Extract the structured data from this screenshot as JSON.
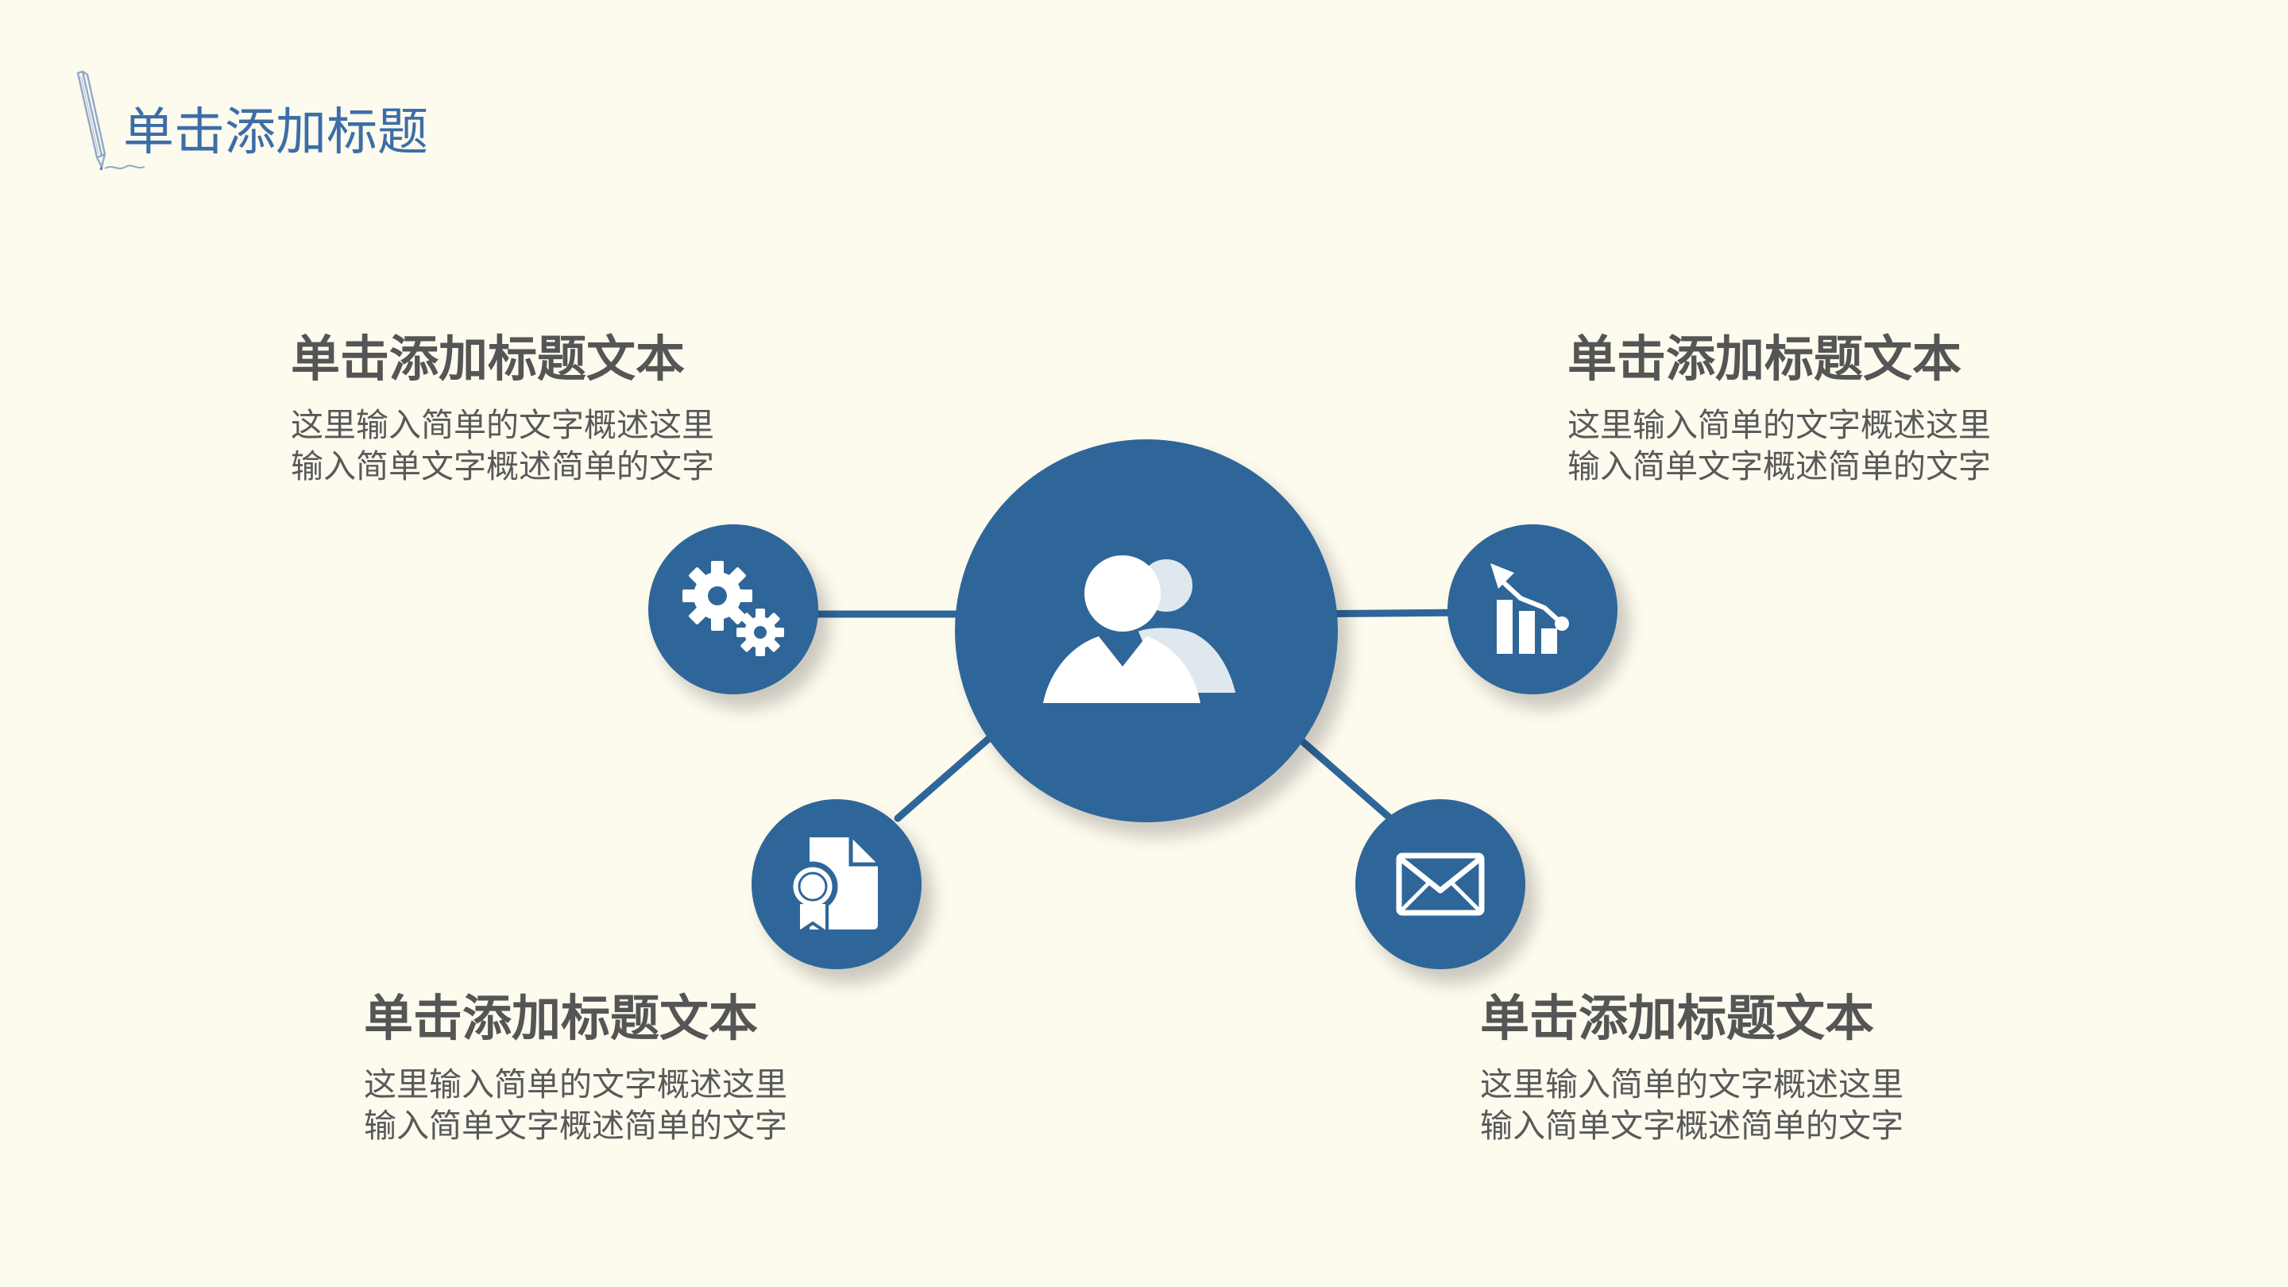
{
  "title": "单击添加标题",
  "center": {
    "icon": "user-group-icon"
  },
  "items": [
    {
      "id": "top-left",
      "icon": "gears-icon",
      "heading": "单击添加标题文本",
      "desc_line1": "这里输入简单的文字概述这里",
      "desc_line2": "输入简单文字概述简单的文字"
    },
    {
      "id": "top-right",
      "icon": "growth-chart-icon",
      "heading": "单击添加标题文本",
      "desc_line1": "这里输入简单的文字概述这里",
      "desc_line2": "输入简单文字概述简单的文字"
    },
    {
      "id": "bottom-left",
      "icon": "certificate-icon",
      "heading": "单击添加标题文本",
      "desc_line1": "这里输入简单的文字概述这里",
      "desc_line2": "输入简单文字概述简单的文字"
    },
    {
      "id": "bottom-right",
      "icon": "envelope-icon",
      "heading": "单击添加标题文本",
      "desc_line1": "这里输入简单的文字概述这里",
      "desc_line2": "输入简单文字概述简单的文字"
    }
  ],
  "colors": {
    "background": "#fdfaee",
    "accent": "#2f6699",
    "title": "#3b6ea8",
    "text": "#555555"
  }
}
